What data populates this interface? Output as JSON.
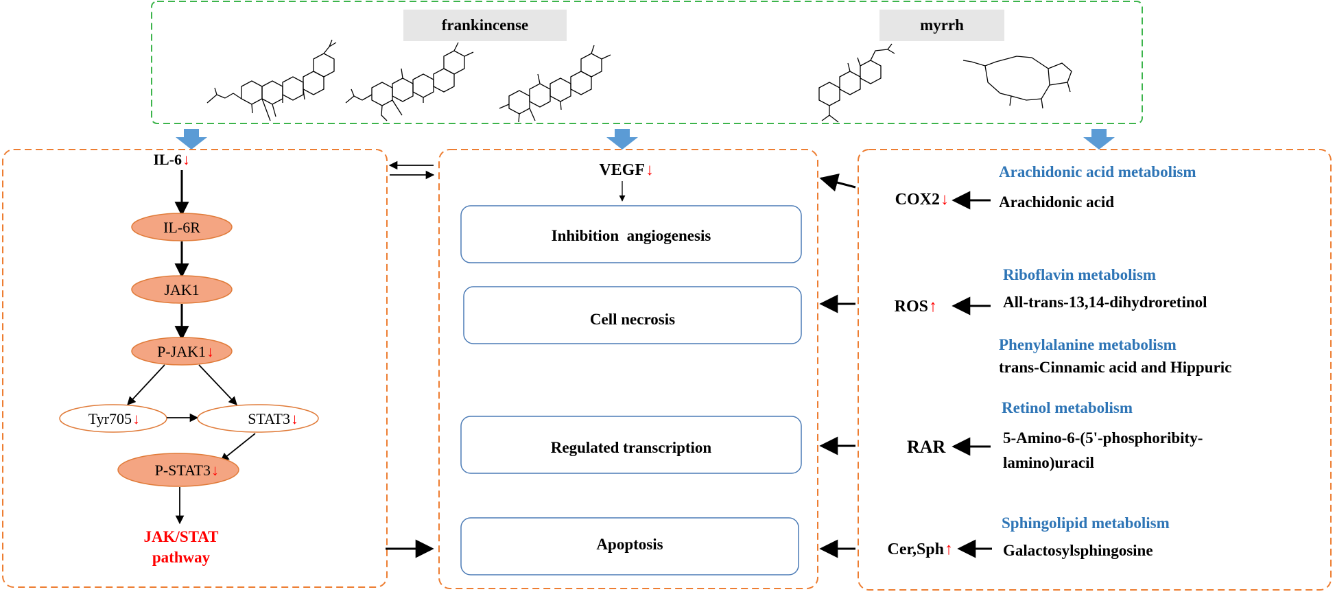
{
  "sources": {
    "frankincense": "frankincense",
    "myrrh": "myrrh"
  },
  "left_panel": {
    "il6": "IL-6",
    "il6r": "IL-6R",
    "jak1": "JAK1",
    "pjak1": "P-JAK1",
    "tyr705": "Tyr705",
    "stat3": "STAT3",
    "pstat3": "P-STAT3",
    "pathway_line1": "JAK/STAT",
    "pathway_line2": "pathway"
  },
  "center_panel": {
    "vegf": "VEGF",
    "outcomes": [
      "Inhibition  angiogenesis",
      "Cell necrosis",
      "Regulated transcription",
      "Apoptosis"
    ]
  },
  "right_panel": {
    "groups": [
      {
        "pathway": "Arachidonic acid metabolism",
        "metabolite": "Arachidonic acid",
        "target": "COX2"
      },
      {
        "pathway": "Riboflavin metabolism",
        "metabolite": "All-trans-13,14-dihydroretinol",
        "target": "ROS"
      },
      {
        "pathway": "Phenylalanine metabolism",
        "metabolite": "trans-Cinnamic acid and Hippuric",
        "target": ""
      },
      {
        "pathway": "Retinol metabolism",
        "metabolite_line1": "5-Amino-6-(5'-phosphoribity-",
        "metabolite_line2": "lamino)uracil",
        "target": "RAR"
      },
      {
        "pathway": "Sphingolipid metabolism",
        "metabolite": "Galactosylsphingosine",
        "target": "Cer,Sph"
      }
    ]
  },
  "glyphs": {
    "down": "↓",
    "up": "↑"
  },
  "colors": {
    "green_dash": "#3cb44b",
    "orange_dash": "#ed7d31",
    "node_fill": "#f4a582",
    "node_stroke": "#e07b39",
    "box_stroke": "#4a7ab5",
    "blue_text": "#2e75b6",
    "red": "#ff0000",
    "arrow_blue": "#5b9bd5",
    "label_bg": "#e6e6e6"
  }
}
